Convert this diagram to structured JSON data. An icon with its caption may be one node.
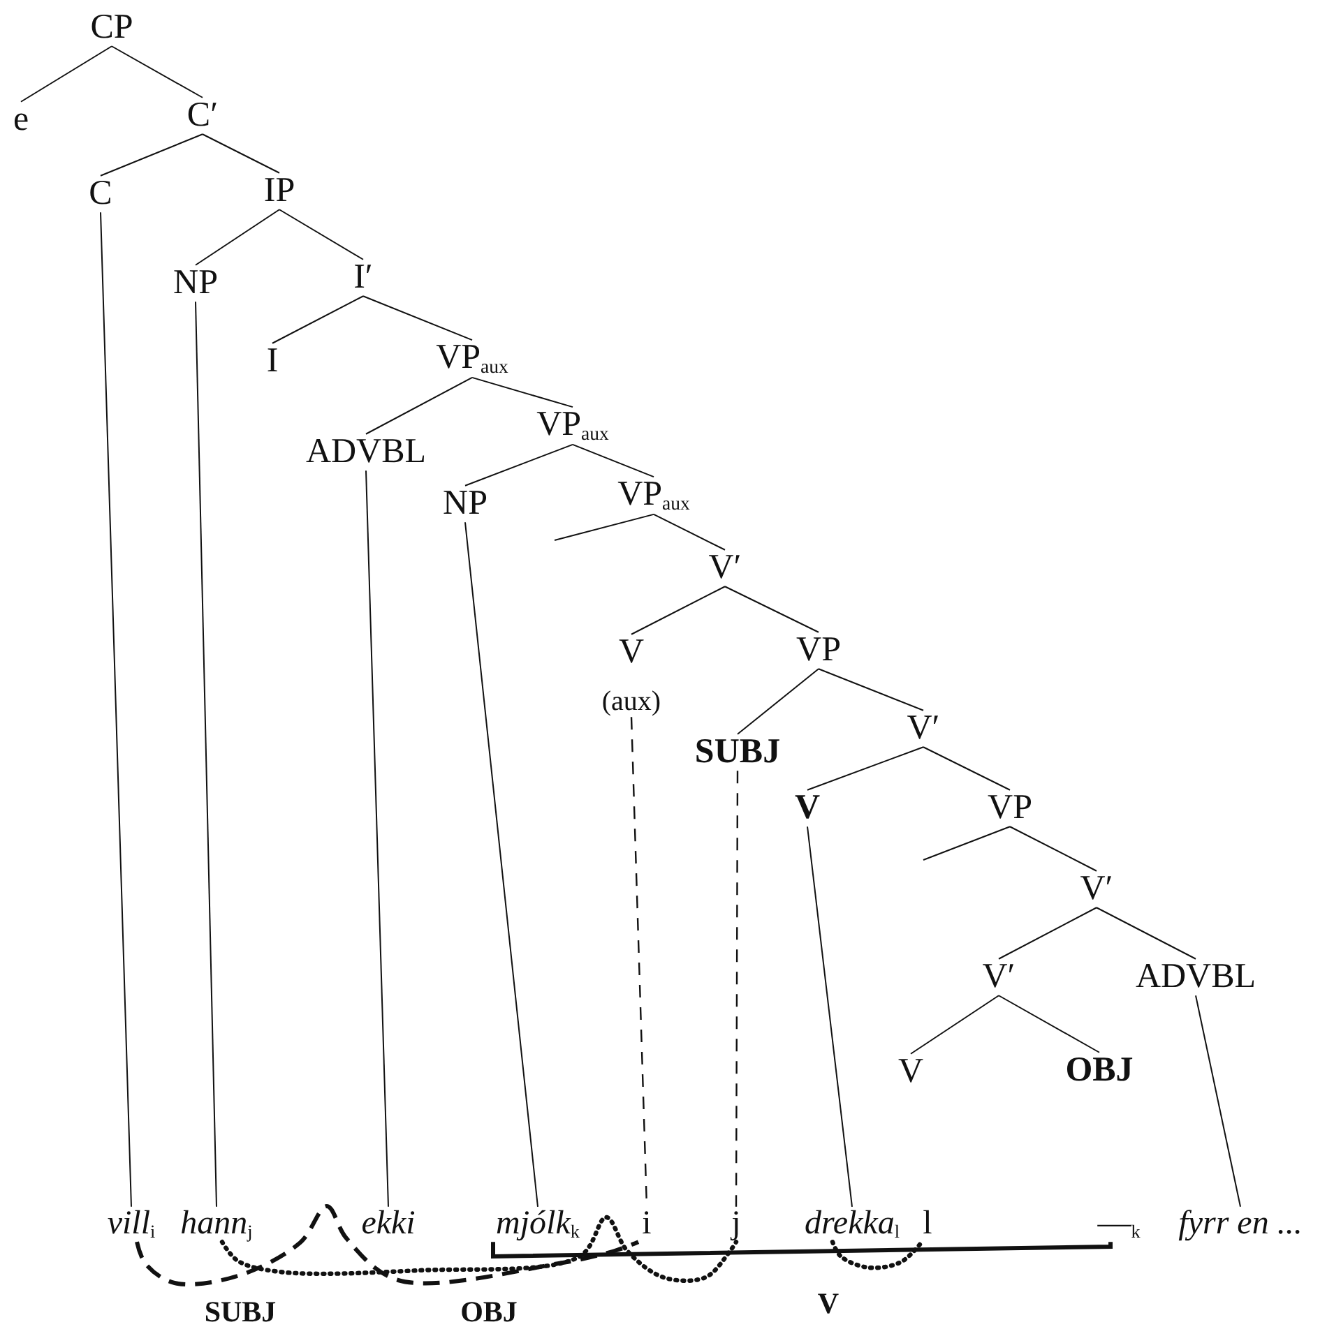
{
  "diagram": {
    "nodes": [
      {
        "text": [
          "CP"
        ]
      },
      {
        "text": [
          "e"
        ]
      },
      {
        "text": [
          "C′"
        ]
      },
      {
        "text": [
          "C"
        ]
      },
      {
        "text": [
          "IP"
        ]
      },
      {
        "text": [
          "NP"
        ]
      },
      {
        "text": [
          "I′"
        ]
      },
      {
        "text": [
          "I"
        ]
      },
      {
        "text": [
          "VP$_{aux}$"
        ]
      },
      {
        "text": [
          "ADVBL"
        ]
      },
      {
        "text": [
          "VP$_{aux}$"
        ]
      },
      {
        "text": [
          "NP"
        ]
      },
      {
        "text": [
          "VP$_{aux}$"
        ]
      },
      {
        "text": [
          "V′"
        ]
      },
      {
        "text": [
          "V",
          "(aux)"
        ]
      },
      {
        "text": [
          "VP"
        ]
      },
      {
        "text": [
          "SUBJ"
        ]
      },
      {
        "text": [
          "V′"
        ]
      },
      {
        "text": [
          "V"
        ]
      },
      {
        "text": [
          "VP"
        ]
      },
      {
        "text": [
          "V′"
        ]
      },
      {
        "text": [
          "V′"
        ]
      },
      {
        "text": [
          "ADVBL"
        ]
      },
      {
        "text": [
          "V"
        ]
      },
      {
        "text": [
          "OBJ"
        ]
      },
      {
        "text": [
          "vill$_{i}$"
        ]
      },
      {
        "text": [
          "hann$_{j}$"
        ]
      },
      {
        "text": [
          "ekki"
        ]
      },
      {
        "text": [
          "mjólk$_{k}$"
        ]
      },
      {
        "text": [
          "i"
        ]
      },
      {
        "text": [
          "j"
        ]
      },
      {
        "text": [
          "drekka$_{l}$"
        ]
      },
      {
        "text": [
          "l"
        ]
      },
      {
        "text": [
          "—$_{k}$"
        ]
      },
      {
        "text": [
          "fyrr en ..."
        ]
      }
    ],
    "edges": [
      {
        "from": 0,
        "to": 1,
        "arrow": "none"
      },
      {
        "from": 0,
        "to": 2,
        "arrow": "none"
      },
      {
        "from": 2,
        "to": 3,
        "arrow": "none"
      },
      {
        "from": 2,
        "to": 4,
        "arrow": "none"
      },
      {
        "from": 4,
        "to": 5,
        "arrow": "none"
      },
      {
        "from": 4,
        "to": 6,
        "arrow": "none"
      },
      {
        "from": 6,
        "to": 7,
        "arrow": "none"
      },
      {
        "from": 6,
        "to": 8,
        "arrow": "none"
      },
      {
        "from": 8,
        "to": 9,
        "arrow": "none"
      },
      {
        "from": 8,
        "to": 10,
        "arrow": "none"
      },
      {
        "from": 10,
        "to": 11,
        "arrow": "none"
      },
      {
        "from": 10,
        "to": 12,
        "arrow": "none"
      },
      {
        "from": 12,
        "to": null,
        "arrow": "none"
      },
      {
        "from": 12,
        "to": 13,
        "arrow": "none"
      },
      {
        "from": 13,
        "to": 14,
        "arrow": "none"
      },
      {
        "from": 13,
        "to": 15,
        "arrow": "none"
      },
      {
        "from": 15,
        "to": 16,
        "arrow": "none"
      },
      {
        "from": 15,
        "to": 17,
        "arrow": "none"
      },
      {
        "from": 17,
        "to": 18,
        "arrow": "none"
      },
      {
        "from": 17,
        "to": 19,
        "arrow": "none"
      },
      {
        "from": 19,
        "to": null,
        "arrow": "none"
      },
      {
        "from": 19,
        "to": 20,
        "arrow": "none"
      },
      {
        "from": 20,
        "to": 21,
        "arrow": "none"
      },
      {
        "from": 20,
        "to": 22,
        "arrow": "none"
      },
      {
        "from": 21,
        "to": 23,
        "arrow": "none"
      },
      {
        "from": 21,
        "to": 24,
        "arrow": "none"
      },
      {
        "from": 3,
        "to": 25,
        "arrow": "none"
      },
      {
        "from": 5,
        "to": 26,
        "arrow": "none"
      },
      {
        "from": 9,
        "to": 27,
        "arrow": "none"
      },
      {
        "from": 11,
        "to": 28,
        "arrow": "none"
      },
      {
        "from": 14,
        "to": 29,
        "arrow": "none",
        "style": "dashed"
      },
      {
        "from": 16,
        "to": 30,
        "arrow": "none",
        "style": "dashed"
      },
      {
        "from": 18,
        "to": 31,
        "arrow": "none"
      },
      {
        "from": 22,
        "to": 34,
        "arrow": "none"
      },
      {
        "from": 25,
        "to": 29,
        "arrow": "none",
        "style": "dashed"
      },
      {
        "from": 26,
        "to": 30,
        "arrow": "none",
        "style": "dashed"
      },
      {
        "from": 31,
        "to": 32,
        "arrow": "none",
        "style": "dashed"
      },
      {
        "from": 28,
        "to": 33,
        "arrow": "none",
        "style": "thick"
      }
    ],
    "labels": [
      "SUBJ",
      "OBJ",
      "V"
    ]
  }
}
